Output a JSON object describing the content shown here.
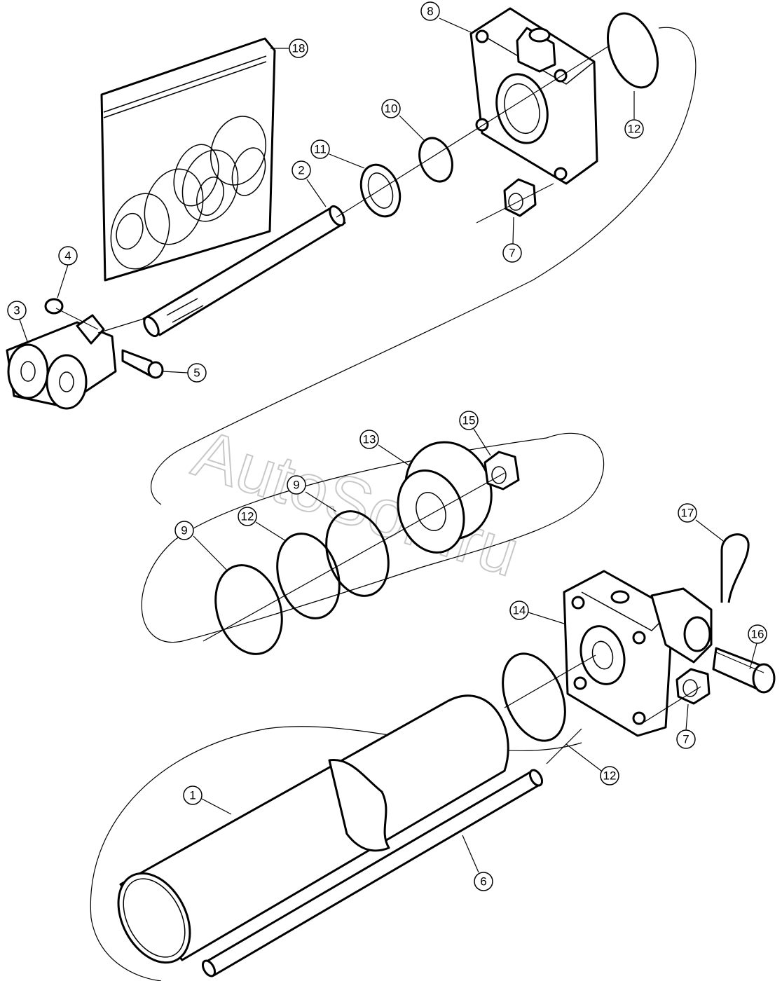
{
  "watermark": "AutoSoft.ru",
  "callouts": {
    "c1": "1",
    "c2": "2",
    "c3": "3",
    "c4": "4",
    "c5": "5",
    "c6": "6",
    "c7a": "7",
    "c7b": "7",
    "c8": "8",
    "c9a": "9",
    "c9b": "9",
    "c10": "10",
    "c11": "11",
    "c12a": "12",
    "c12b": "12",
    "c12c": "12",
    "c13": "13",
    "c14": "14",
    "c15": "15",
    "c16": "16",
    "c17": "17",
    "c18": "18"
  }
}
